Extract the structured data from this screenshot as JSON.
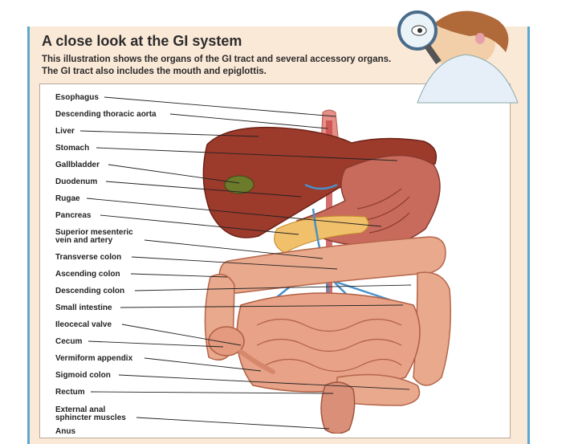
{
  "title": "A close look at the GI system",
  "intro_line1": "This illustration shows the organs of the GI tract and  several accessory organs.",
  "intro_line2": "The GI tract also includes the mouth and epiglottis.",
  "labels": {
    "esophagus": "Esophagus",
    "aorta": "Descending thoracic aorta",
    "liver": "Liver",
    "stomach": "Stomach",
    "gallbladder": "Gallbladder",
    "duodenum": "Duodenum",
    "rugae": "Rugae",
    "pancreas": "Pancreas",
    "sma_line1": "Superior mesenteric",
    "sma_line2": "vein and artery",
    "transverse": "Transverse colon",
    "ascending": "Ascending colon",
    "descending": "Descending colon",
    "small_intestine": "Small intestine",
    "ileocecal": "Ileocecal valve",
    "cecum": "Cecum",
    "appendix": "Vermiform appendix",
    "sigmoid": "Sigmoid colon",
    "rectum": "Rectum",
    "anal_line1": "External anal",
    "anal_line2": "sphincter muscles",
    "anus": "Anus"
  },
  "colors": {
    "frame_border": "#5aa8cf",
    "header_bg": "#fbe9d8",
    "liver": "#9c3a2c",
    "intestine": "#e9a98d",
    "vessel": "#4a90c8"
  }
}
